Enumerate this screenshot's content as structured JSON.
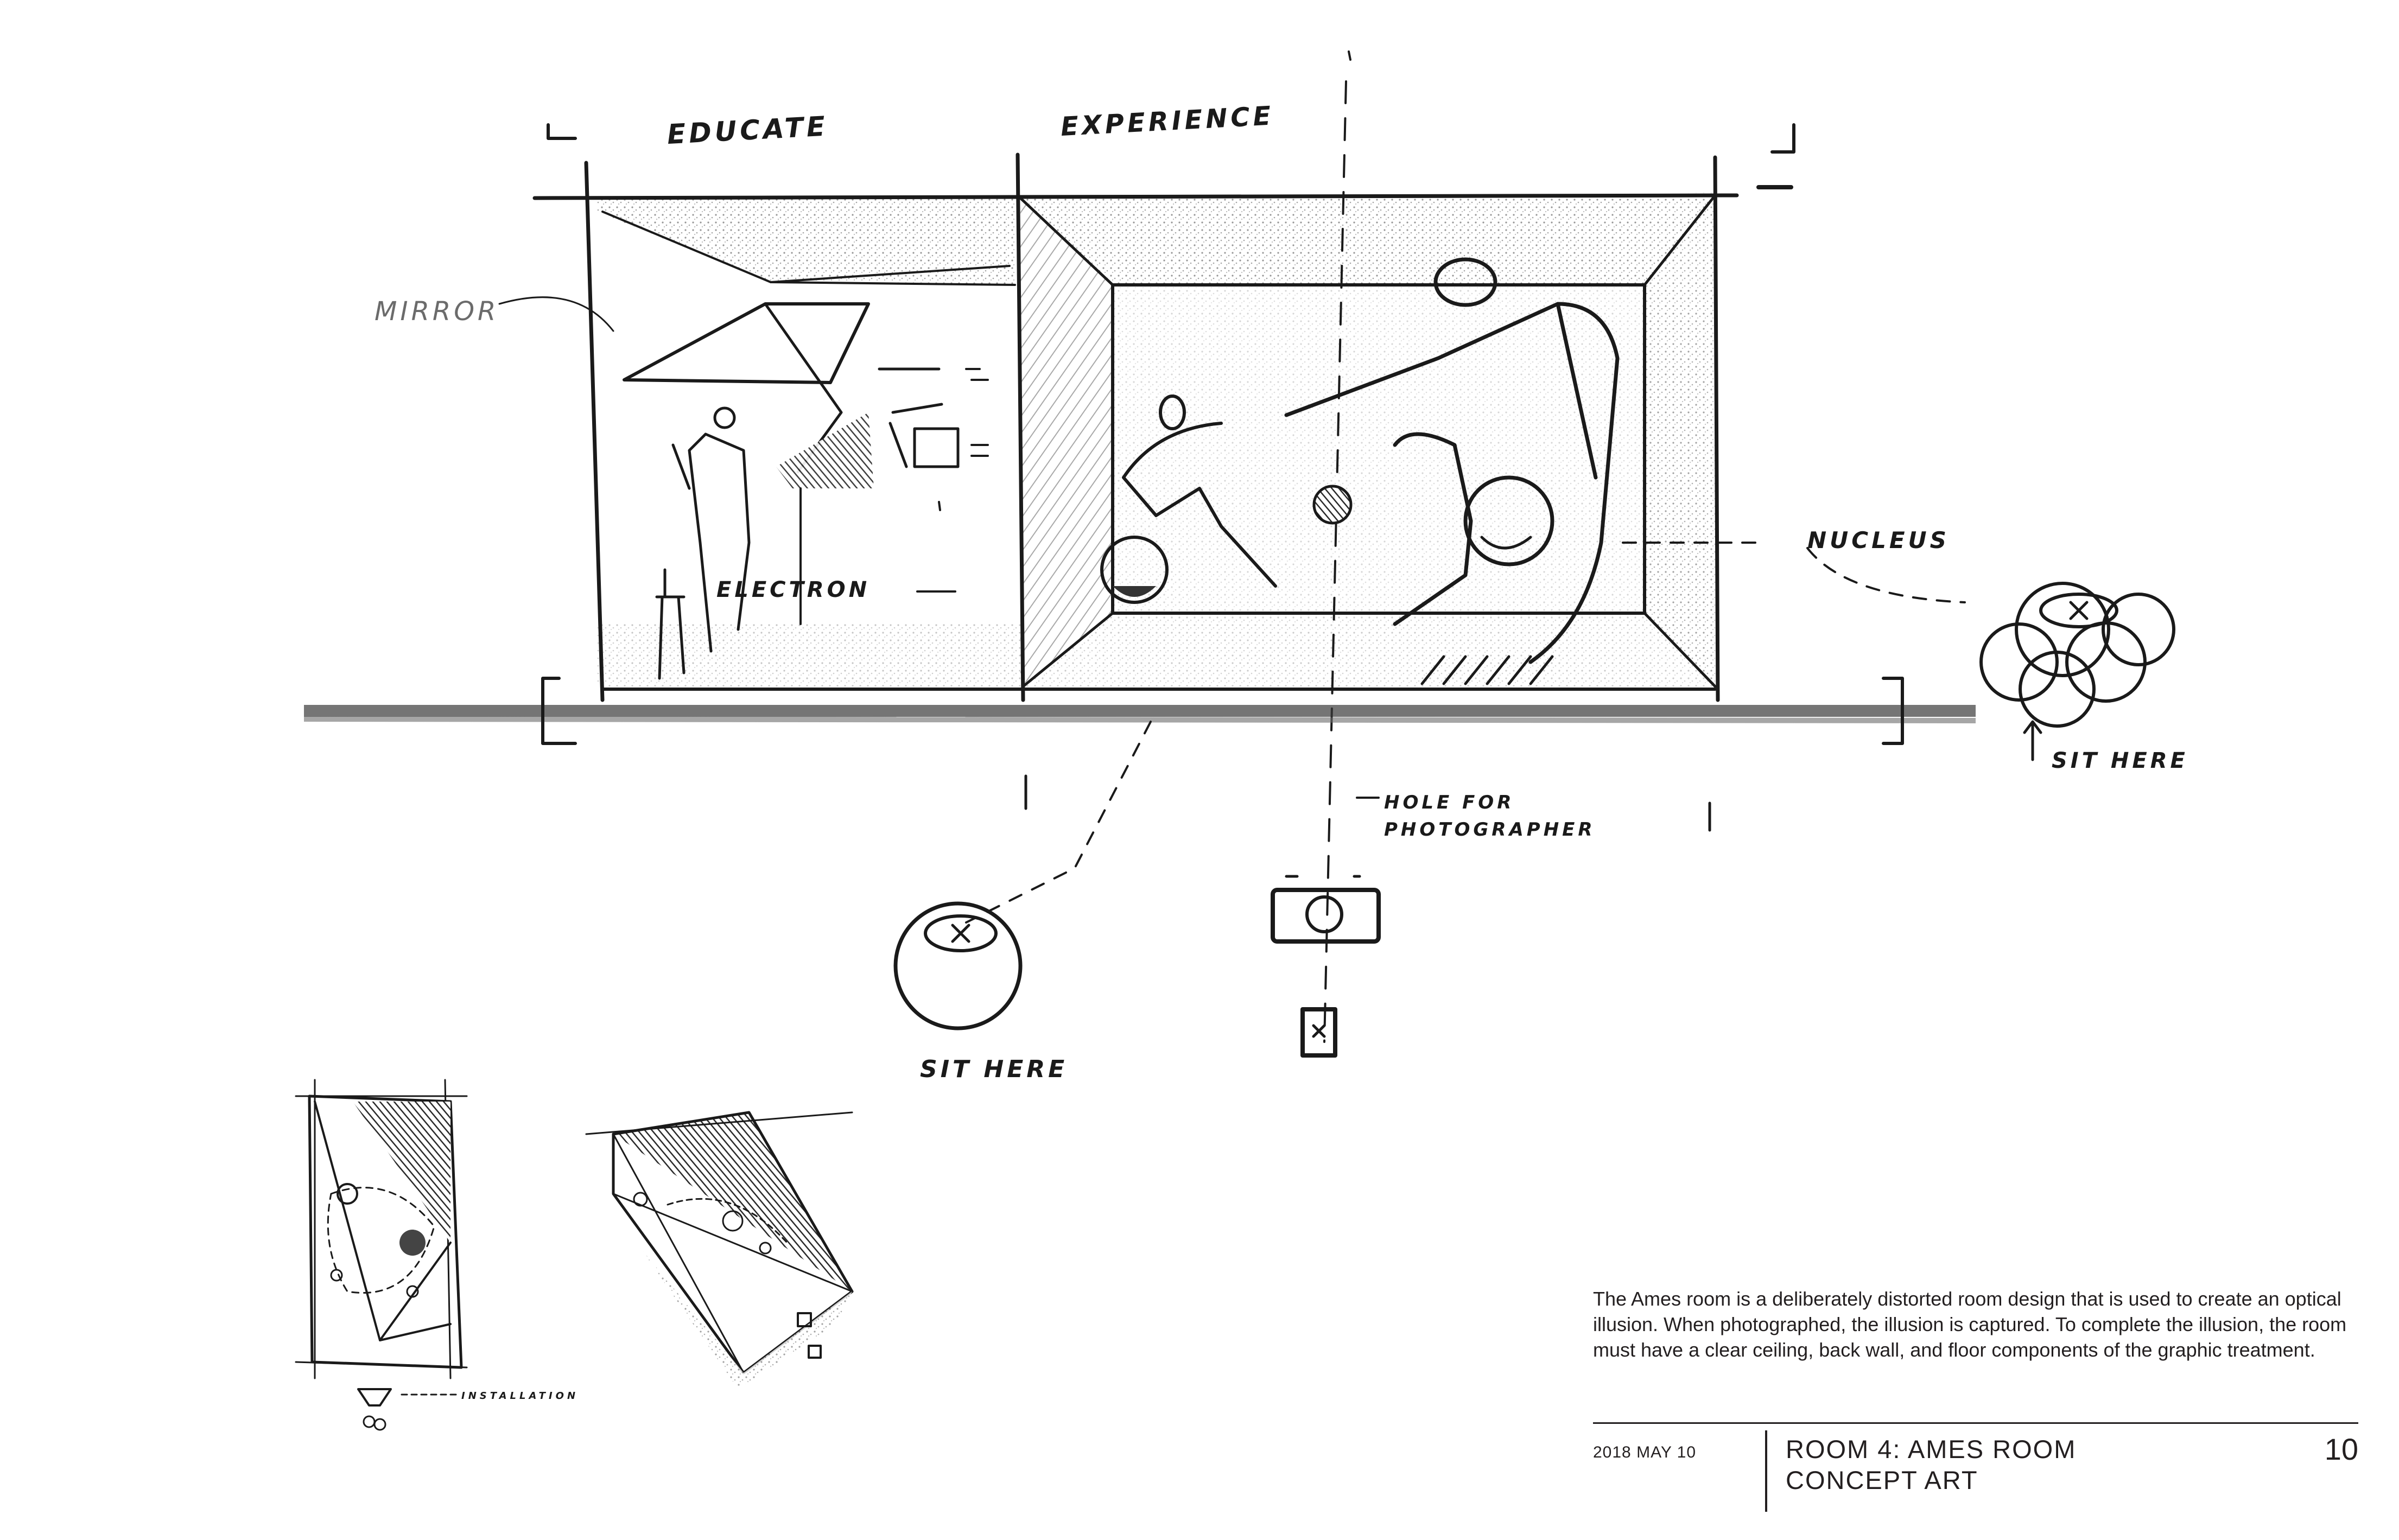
{
  "sketch_labels": {
    "educate": "EDUCATE",
    "experience": "EXPERIENCE",
    "mirror": "MIRROR",
    "electron": "ELECTRON",
    "nucleus": "NUCLEUS",
    "sit_here_left": "SIT HERE",
    "sit_here_right": "SIT HERE",
    "hole_for_photographer": [
      "HOLE FOR",
      "PHOTOGRAPHER"
    ],
    "installation": "INSTALLATION"
  },
  "description": "The Ames room is a deliberately distorted room design that is used to create an optical illusion. When photographed, the illusion is captured. To complete the illusion, the room must have a clear ceiling, back wall, and floor components of the graphic treatment.",
  "footer": {
    "date": "2018 MAY 10",
    "title_line1": "ROOM 4: AMES ROOM",
    "title_line2": "CONCEPT ART",
    "page_number": "10"
  }
}
